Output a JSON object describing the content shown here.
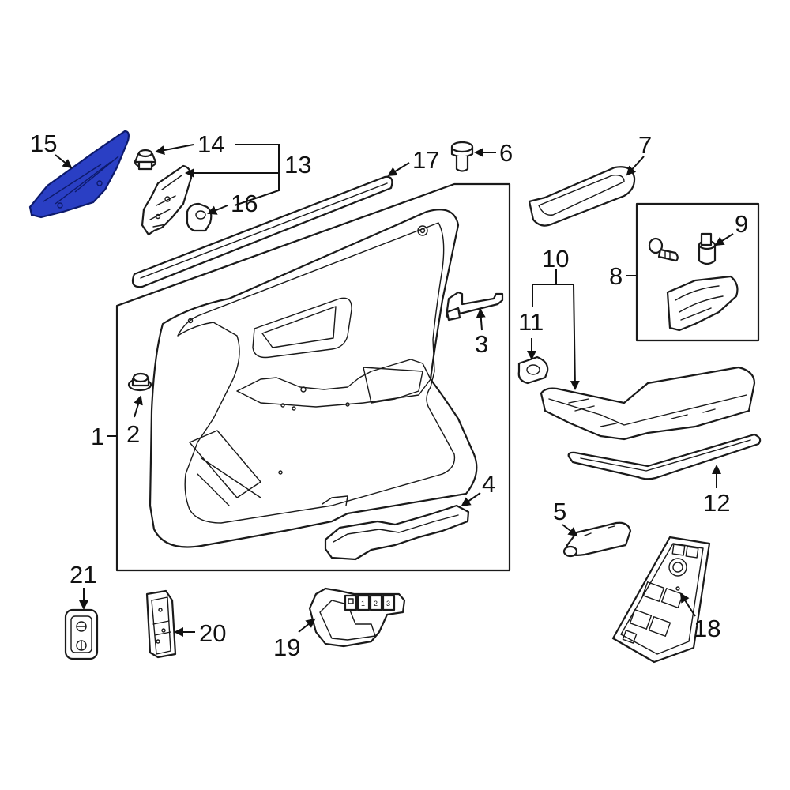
{
  "highlight_color": "#2a3fc4",
  "callouts": {
    "c1": "1",
    "c2": "2",
    "c3": "3",
    "c4": "4",
    "c5": "5",
    "c6": "6",
    "c7": "7",
    "c8": "8",
    "c9": "9",
    "c10": "10",
    "c11": "11",
    "c12": "12",
    "c13": "13",
    "c14": "14",
    "c15": "15",
    "c16": "16",
    "c17": "17",
    "c18": "18",
    "c19": "19",
    "c20": "20",
    "c21": "21"
  },
  "seat_memory_buttons": [
    "1",
    "2",
    "3"
  ]
}
